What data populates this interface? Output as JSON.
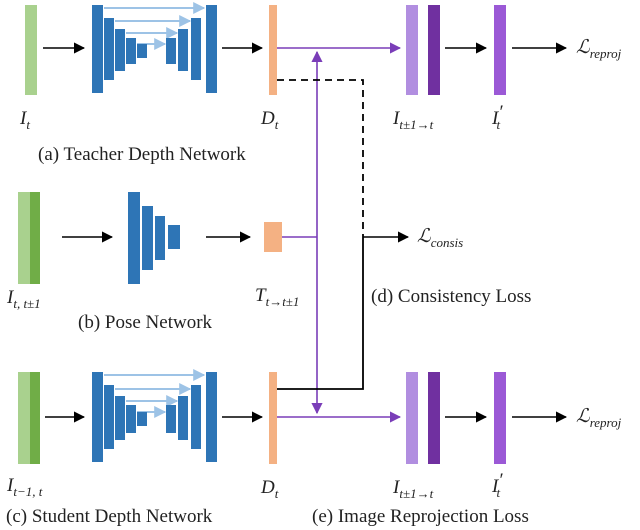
{
  "colors": {
    "input_light": "#a9d18e",
    "input_dark": "#70ad47",
    "encoder": "#2e75b6",
    "skip": "#9dc3e6",
    "depth_out": "#f4b183",
    "warp_light": "#b18ee0",
    "warp_dark": "#7030a0",
    "purple_line": "#7a3db8",
    "black_line": "#000000"
  },
  "teacher": {
    "input_label": {
      "main": "I",
      "sub": "t"
    },
    "output_label": {
      "main": "D",
      "sub": "t"
    },
    "warp_label": {
      "main": "I",
      "sub": "t±1→t"
    },
    "target_label": {
      "main": "I",
      "sup": "′",
      "sub": "t"
    },
    "loss_label": {
      "main": "ℒ",
      "sub": "reproj"
    },
    "caption": "(a) Teacher Depth Network"
  },
  "pose": {
    "input_label": {
      "main": "I",
      "sub": "t, t±1"
    },
    "output_label": {
      "main": "T",
      "sub": "t→t±1"
    },
    "caption": "(b) Pose Network"
  },
  "consistency": {
    "loss_label": {
      "main": "ℒ",
      "sub": "consis"
    },
    "caption": "(d) Consistency Loss"
  },
  "student": {
    "input_label": {
      "main": "I",
      "sub": "t−1, t"
    },
    "output_label": {
      "main": "D",
      "sub": "t"
    },
    "warp_label": {
      "main": "I",
      "sub": "t±1→t"
    },
    "target_label": {
      "main": "I",
      "sup": "′",
      "sub": "t"
    },
    "loss_label": {
      "main": "ℒ",
      "sub": "reproj"
    },
    "caption": "(c) Student Depth Network",
    "loss_caption": "(e) Image Reprojection Loss"
  }
}
